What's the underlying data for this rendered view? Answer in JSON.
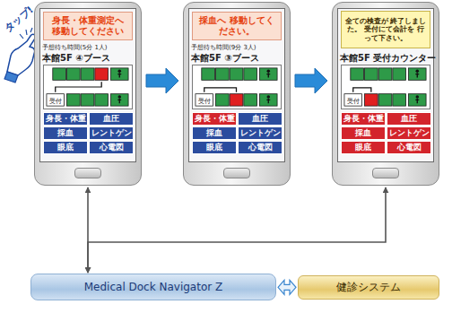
{
  "diagram": {
    "nodes": [
      {
        "text": [
          "予想待ち時間(5分 1人)",
          "本館5F ④ブース"
        ]
      },
      {
        "text": [
          "身長・体重測定へ 移動してください"
        ],
        "in": 0
      },
      {
        "text": [
          "受付"
        ],
        "in": 0
      },
      {
        "text": [
          "身長・体重"
        ],
        "in": 0
      },
      {
        "text": [
          "血圧"
        ],
        "in": 0
      },
      {
        "text": [
          "採血"
        ],
        "in": 0
      },
      {
        "text": [
          "レントゲン"
        ],
        "in": 0
      },
      {
        "text": [
          "眼底"
        ],
        "in": 0
      },
      {
        "text": [
          "心電図"
        ],
        "in": 0
      },
      {
        "text": [
          "予想待ち時間(9分 3人)",
          "本館5F ③ブース"
        ]
      },
      {
        "text": [
          "採血へ 移動してください。"
        ],
        "in": 9
      },
      {
        "text": [
          "受付"
        ],
        "in": 9
      },
      {
        "text": [
          "身長・体重"
        ],
        "in": 9
      },
      {
        "text": [
          "血圧"
        ],
        "in": 9
      },
      {
        "text": [
          "採血"
        ],
        "in": 9
      },
      {
        "text": [
          "レントゲン"
        ],
        "in": 9
      },
      {
        "text": [
          "眼底"
        ],
        "in": 9
      },
      {
        "text": [
          "心電図"
        ],
        "in": 9
      },
      {
        "text": [
          "本館5F 受付カウンター"
        ]
      },
      {
        "text": [
          "全ての検査が 終了しました。 受付にて会計を 行って下さい。"
        ],
        "in": 18
      },
      {
        "text": [
          "受付"
        ],
        "in": 18
      },
      {
        "text": [
          "身長・体重"
        ],
        "in": 18
      },
      {
        "text": [
          "血圧"
        ],
        "in": 18
      },
      {
        "text": [
          "採血"
        ],
        "in": 18
      },
      {
        "text": [
          "レントゲン"
        ],
        "in": 18
      },
      {
        "text": [
          "眼底"
        ],
        "in": 18
      },
      {
        "text": [
          "心電図"
        ],
        "in": 18
      },
      {
        "text": [
          "Medical Dock Navigator Z"
        ]
      },
      {
        "text": [
          "健診システム"
        ]
      }
    ],
    "edges": [
      {
        "from": 0,
        "to": 9,
        "arrow": "to"
      },
      {
        "from": 9,
        "to": 18,
        "arrow": "to"
      },
      {
        "from": 27,
        "to": 0,
        "arrow": "both"
      },
      {
        "from": 27,
        "to": 18,
        "arrow": "both"
      },
      {
        "from": 27,
        "to": 28,
        "arrow": "both"
      }
    ],
    "labels": [
      "タップ!"
    ]
  }
}
